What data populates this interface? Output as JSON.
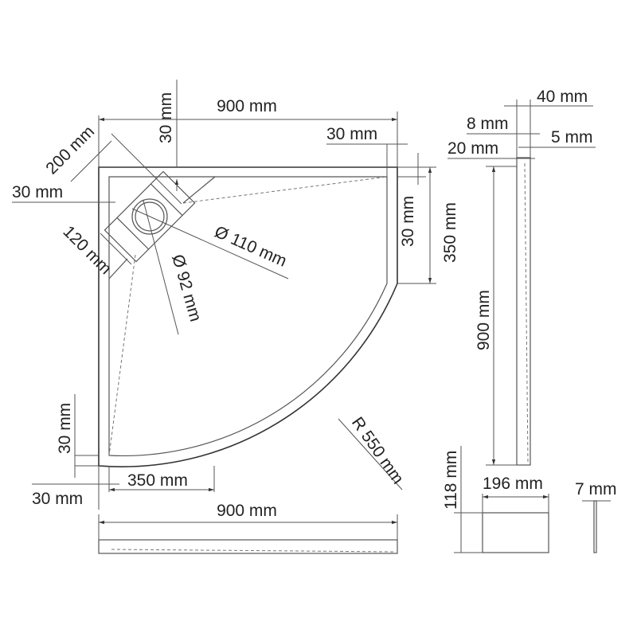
{
  "drawing": {
    "subject": "Quarter-round shower tray technical drawing",
    "stroke_color": "#555555",
    "text_color": "#222222",
    "background": "#ffffff"
  },
  "plan_view": {
    "width_top": "900 mm",
    "depth_right": "350 mm",
    "rim_top_right": "30 mm",
    "rim_right_vertical": "30 mm",
    "rim_top_left": "30 mm",
    "drain_box_length": "200 mm",
    "drain_box_width": "120 mm",
    "rim_left": "30 mm",
    "outer_drain_diameter": "Ø 110 mm",
    "inner_drain_diameter": "Ø 92 mm",
    "radius": "R 550 mm",
    "rim_bottom_left_vertical": "30 mm",
    "bottom_straight": "350 mm",
    "rim_bottom_left_horizontal": "30 mm"
  },
  "front_view": {
    "width": "900 mm"
  },
  "side_view": {
    "total_thickness": "40 mm",
    "lip_width": "8 mm",
    "step_width": "5 mm",
    "rim_width": "20 mm",
    "length": "900 mm"
  },
  "panel_view": {
    "height": "118 mm",
    "width": "196 mm",
    "thickness": "7 mm"
  }
}
